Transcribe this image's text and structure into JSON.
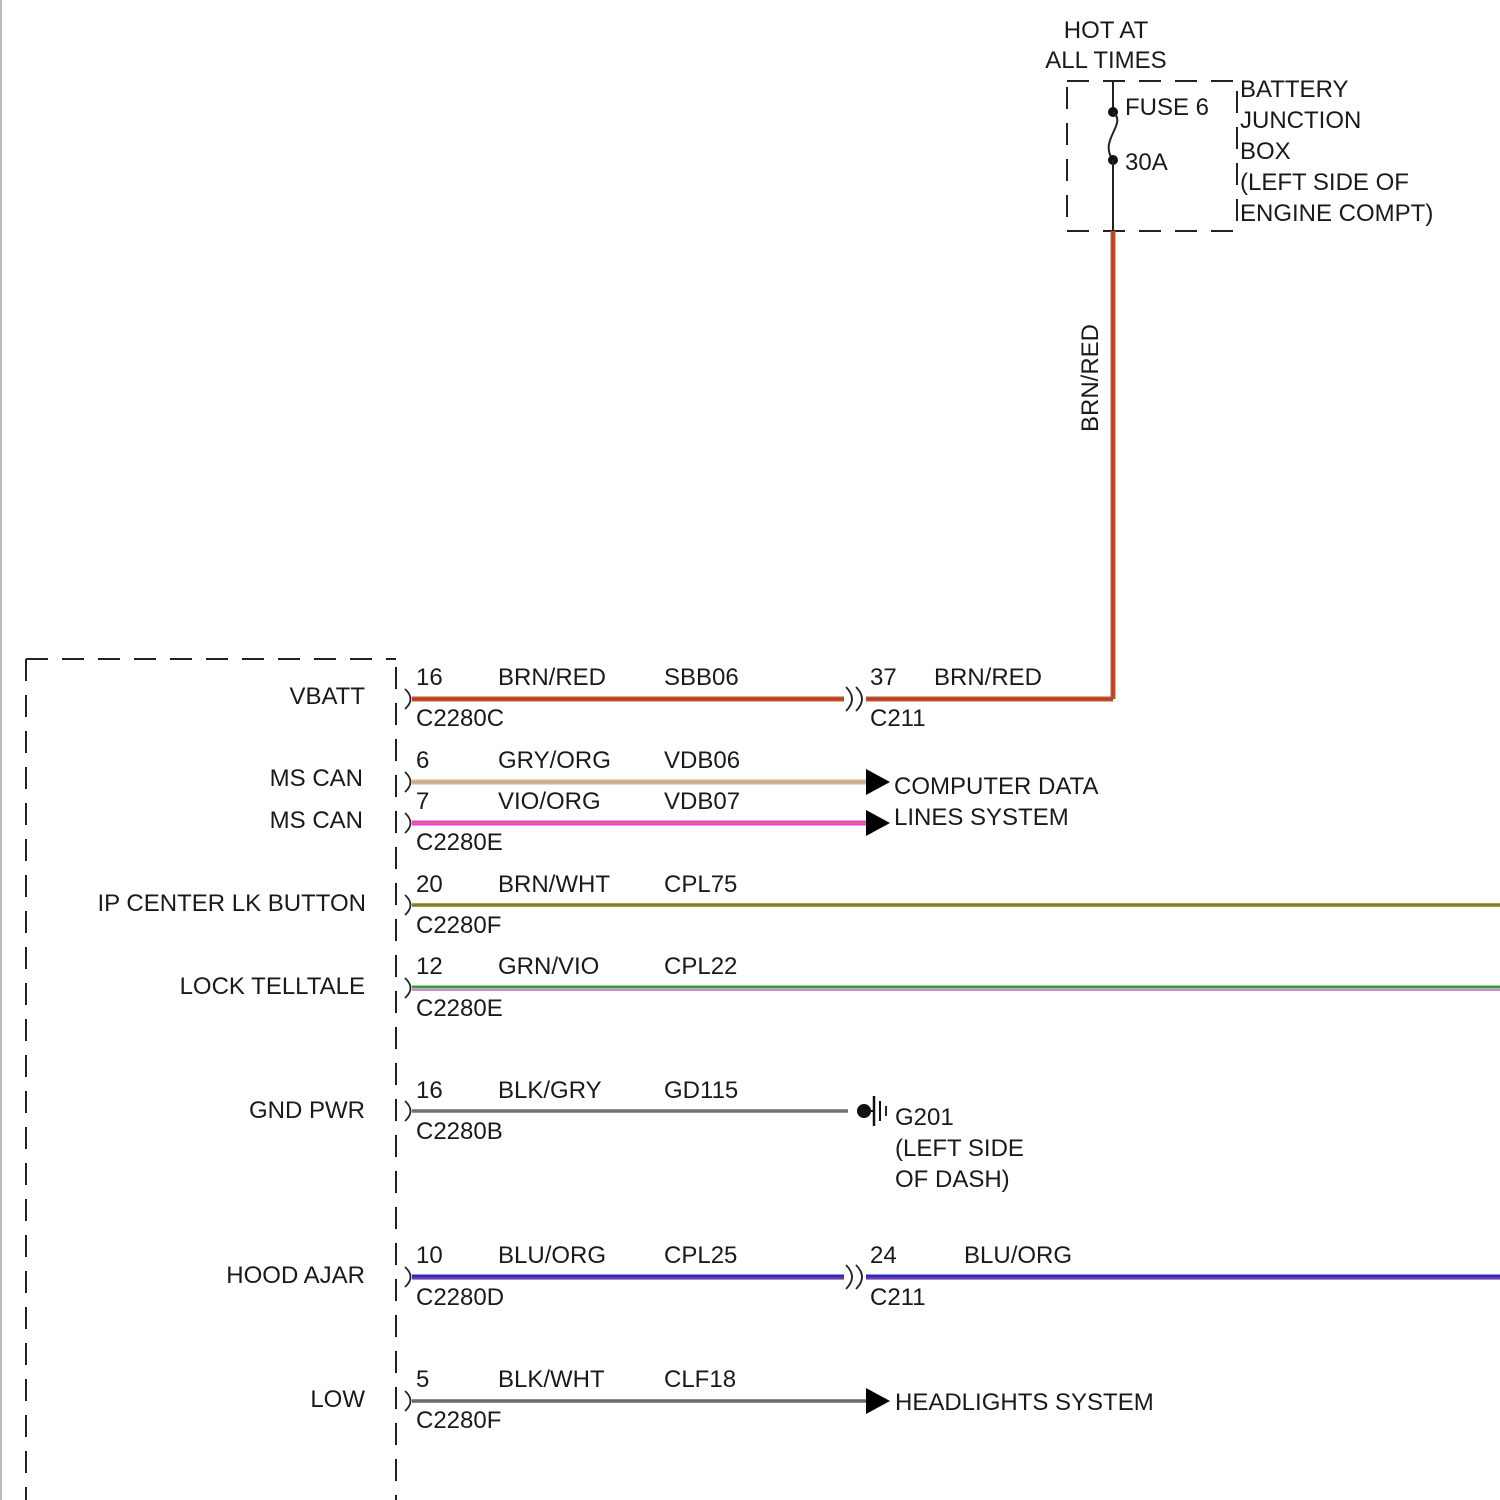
{
  "battery_box": {
    "hot_line1": "HOT AT",
    "hot_line2": "ALL TIMES",
    "fuse_label": "FUSE 6",
    "fuse_rating": "30A",
    "name_lines": [
      "BATTERY",
      "JUNCTION",
      "BOX",
      "(LEFT SIDE OF",
      "ENGINE COMPT)"
    ],
    "feed_wire_color_label": "BRN/RED"
  },
  "module_pins": [
    {
      "label": "VBATT",
      "pin": "16",
      "color": "BRN/RED",
      "circuit": "SBB06",
      "connector": "C2280C"
    },
    {
      "label": "MS CAN",
      "pin": "6",
      "color": "GRY/ORG",
      "circuit": "VDB06",
      "connector": ""
    },
    {
      "label": "MS CAN",
      "pin": "7",
      "color": "VIO/ORG",
      "circuit": "VDB07",
      "connector": "C2280E"
    },
    {
      "label": "IP CENTER LK BUTTON",
      "pin": "20",
      "color": "BRN/WHT",
      "circuit": "CPL75",
      "connector": "C2280F"
    },
    {
      "label": "LOCK TELLTALE",
      "pin": "12",
      "color": "GRN/VIO",
      "circuit": "CPL22",
      "connector": "C2280E"
    },
    {
      "label": "GND PWR",
      "pin": "16",
      "color": "BLK/GRY",
      "circuit": "GD115",
      "connector": "C2280B"
    },
    {
      "label": "HOOD AJAR",
      "pin": "10",
      "color": "BLU/ORG",
      "circuit": "CPL25",
      "connector": "C2280D"
    },
    {
      "label": "LOW",
      "pin": "5",
      "color": "BLK/WHT",
      "circuit": "CLF18",
      "connector": "C2280F"
    }
  ],
  "inline_c211": {
    "vbatt": {
      "pin": "37",
      "color": "BRN/RED",
      "connector": "C211"
    },
    "hood": {
      "pin": "24",
      "color": "BLU/ORG",
      "connector": "C211"
    }
  },
  "destinations": {
    "can_line1": "COMPUTER DATA",
    "can_line2": "LINES SYSTEM",
    "ground_line1": "G201",
    "ground_line2": "(LEFT SIDE",
    "ground_line3": "OF DASH)",
    "headlights": "HEADLIGHTS SYSTEM"
  },
  "wire_colors": {
    "brn_red_main": "#b85a28",
    "brn_red_stripe": "#d02828",
    "gry_org_main": "#c8b8a8",
    "gry_org_stripe": "#e0a060",
    "vio_org_main": "#e040e0",
    "vio_org_stripe": "#e08040",
    "brn_wht_main": "#8a7a28",
    "grn_vio_main": "#3a9a3a",
    "grn_vio_stripe": "#b040b0",
    "blk_gry_main": "#707070",
    "blu_org_main": "#2828c8",
    "blu_org_stripe": "#b04070",
    "blk_wht_main": "#6a6a6a"
  }
}
